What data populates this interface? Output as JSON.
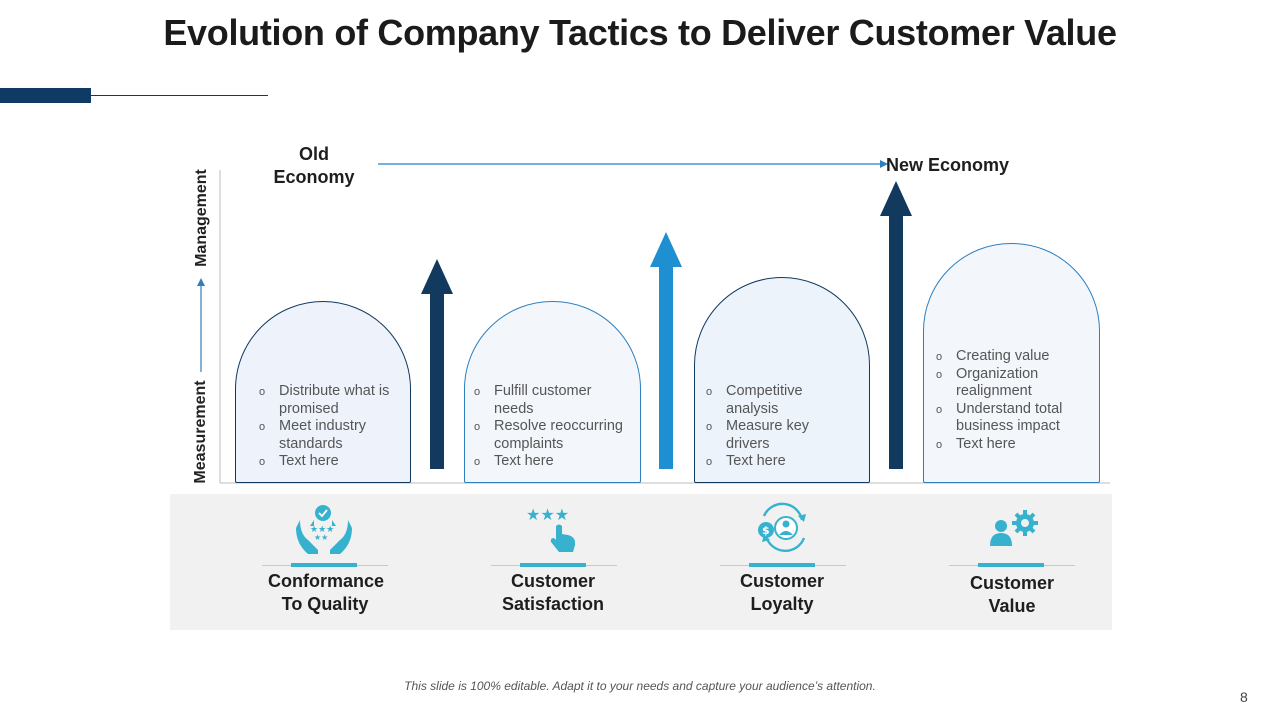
{
  "title": "Evolution of Company Tactics to Deliver Customer Value",
  "old_economy": "Old\nEconomy",
  "new_economy": "New Economy",
  "axis": {
    "bottom": "Measurement",
    "top": "Management"
  },
  "stages": [
    {
      "items": [
        "Distribute what is promised",
        "Meet industry standards",
        "Text here"
      ],
      "label": "Conformance To Quality",
      "icon": "hands-quality-icon"
    },
    {
      "items": [
        "Fulfill customer needs",
        "Resolve reoccurring complaints",
        "Text here"
      ],
      "label": "Customer Satisfaction",
      "icon": "stars-tap-icon"
    },
    {
      "items": [
        "Competitive analysis",
        "Measure key drivers",
        "Text here"
      ],
      "label": "Customer Loyalty",
      "icon": "loyalty-cycle-icon"
    },
    {
      "items": [
        "Creating value",
        "Organization realignment",
        "Understand total business impact",
        "Text here"
      ],
      "label": "Customer Value",
      "icon": "user-gear-icon"
    }
  ],
  "colors": {
    "navy": "#123a5e",
    "blue": "#1e8fd0",
    "teal": "#36b2cf",
    "band": "#f1f1f1"
  },
  "footer": "This slide is 100% editable. Adapt it to your needs and capture your audience’s attention.",
  "page_number": "8"
}
